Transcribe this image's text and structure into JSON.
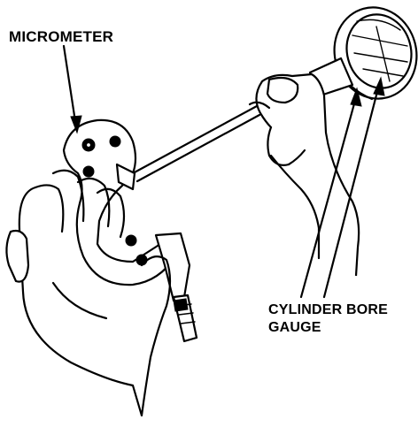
{
  "labels": {
    "micrometer": "MICROMETER",
    "bore_gauge_line1": "CYLINDER BORE",
    "bore_gauge_line2": "GAUGE"
  },
  "icons": {
    "micrometer": "micrometer-illustration",
    "bore_gauge": "cylinder-bore-gauge-illustration",
    "hands": "hands-illustration"
  },
  "colors": {
    "ink": "#000000",
    "paper": "#ffffff"
  }
}
